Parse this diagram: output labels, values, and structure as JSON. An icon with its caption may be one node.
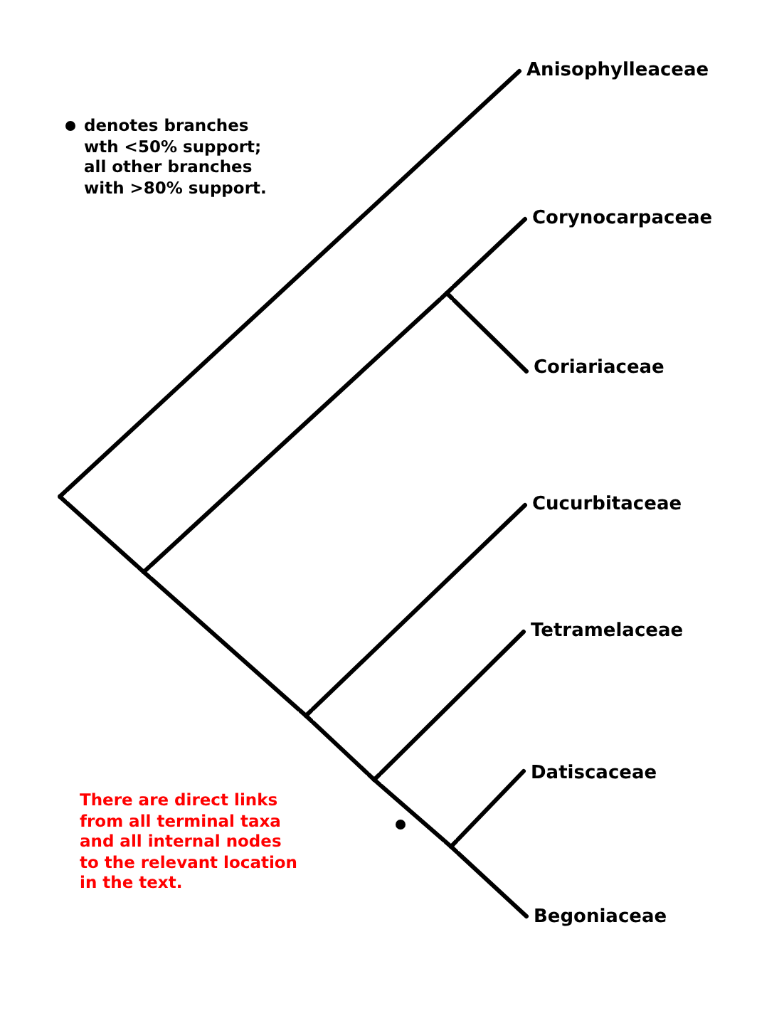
{
  "diagram": {
    "nodes": [
      {
        "text": [
          "Anisophylleaceae"
        ]
      },
      {
        "text": [
          "Corynocarpaceae"
        ]
      },
      {
        "text": [
          "Coriariaceae"
        ]
      },
      {
        "text": [
          "Cucurbitaceae"
        ]
      },
      {
        "text": [
          "Tetramelaceae"
        ]
      },
      {
        "text": [
          "Datiscaceae"
        ]
      },
      {
        "text": [
          "Begoniaceae"
        ]
      },
      {
        "text": [],
        "shape": "point"
      },
      {
        "text": [],
        "shape": "point"
      },
      {
        "text": [],
        "shape": "point"
      },
      {
        "text": [],
        "shape": "point"
      },
      {
        "text": [],
        "shape": "point"
      },
      {
        "text": [],
        "shape": "point"
      }
    ],
    "edges": [
      {
        "from": 7,
        "to": 0,
        "arrow": "none"
      },
      {
        "from": 7,
        "to": 8,
        "arrow": "none"
      },
      {
        "from": 8,
        "to": 11,
        "arrow": "none"
      },
      {
        "from": 11,
        "to": 1,
        "arrow": "none"
      },
      {
        "from": 11,
        "to": 2,
        "arrow": "none"
      },
      {
        "from": 8,
        "to": 9,
        "arrow": "none"
      },
      {
        "from": 9,
        "to": 3,
        "arrow": "none"
      },
      {
        "from": 9,
        "to": 10,
        "arrow": "none"
      },
      {
        "from": 10,
        "to": 4,
        "arrow": "none"
      },
      {
        "from": 10,
        "to": 12,
        "arrow": "none"
      },
      {
        "from": 12,
        "to": 5,
        "arrow": "none"
      },
      {
        "from": 12,
        "to": 6,
        "arrow": "none"
      }
    ],
    "labels": [
      "There are direct links from all terminal taxa and all internal nodes to the relevant location in the text."
    ],
    "legend": [
      {
        "text": "denotes branches wth <50% support; all other branches with >80% support."
      }
    ]
  }
}
